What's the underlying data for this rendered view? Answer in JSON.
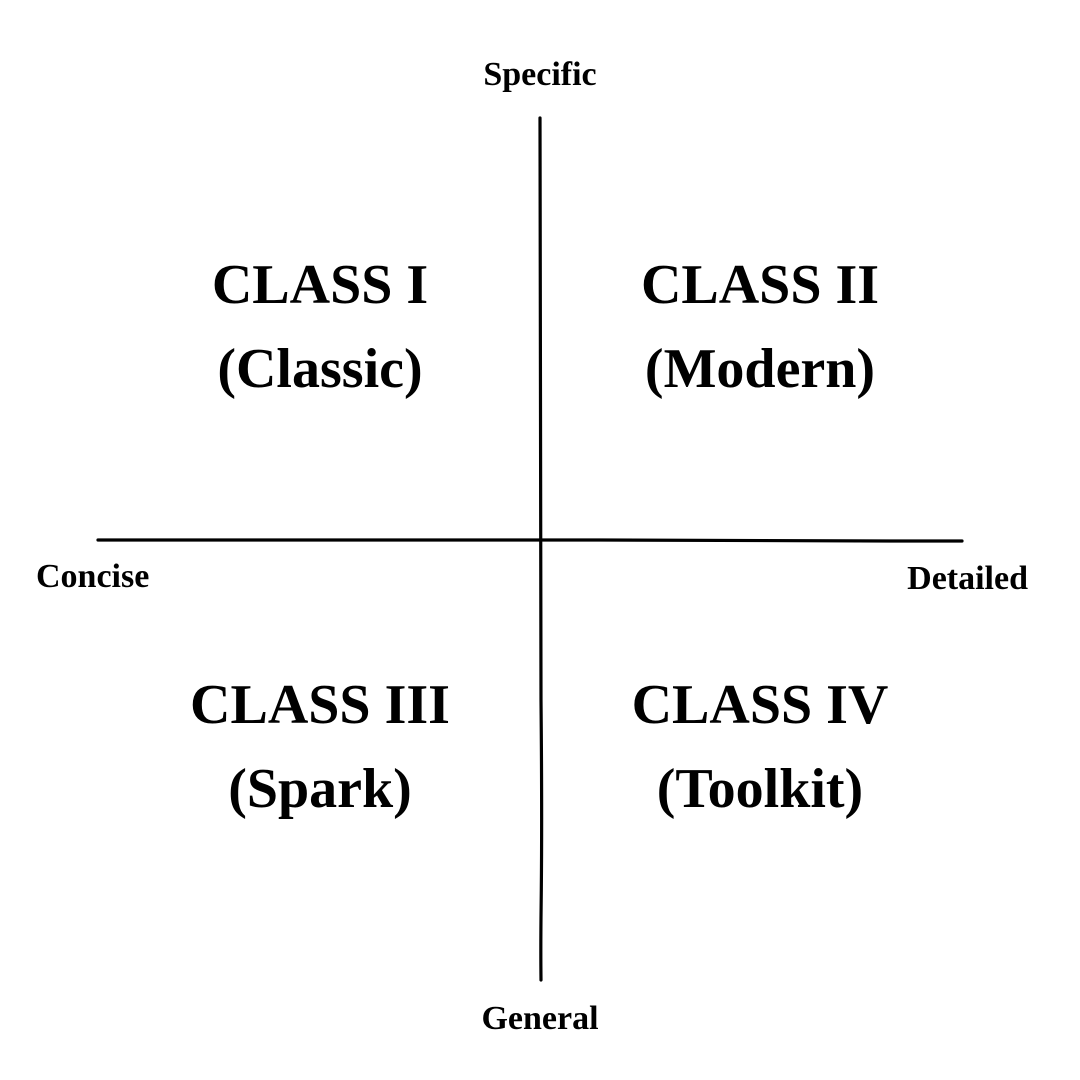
{
  "axes": {
    "top": "Specific",
    "bottom": "General",
    "left": "Concise",
    "right": "Detailed"
  },
  "quadrants": [
    {
      "title": "CLASS I",
      "subtitle": "(Classic)"
    },
    {
      "title": "CLASS II",
      "subtitle": "(Modern)"
    },
    {
      "title": "CLASS III",
      "subtitle": "(Spark)"
    },
    {
      "title": "CLASS IV",
      "subtitle": "(Toolkit)"
    }
  ],
  "colors": {
    "ink": "#000000",
    "background": "#ffffff"
  }
}
